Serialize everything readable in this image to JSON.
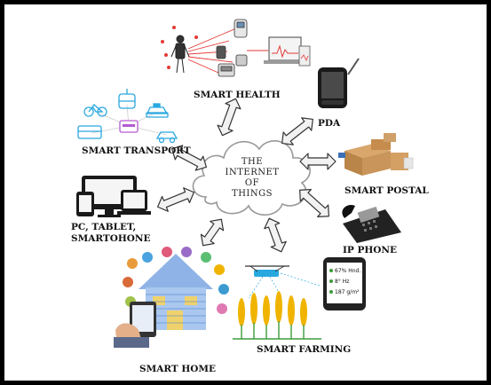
{
  "center": {
    "lines": [
      "THE",
      "INTERNET",
      "OF",
      "THINGS"
    ]
  },
  "labels": {
    "smart_health": "SMART HEALTH",
    "pda": "PDA",
    "smart_transport": "SMART TRANSPORT",
    "smart_postal": "SMART POSTAL",
    "pc_line1": "PC, TABLET,",
    "pc_line2": "SMARTOHONE",
    "ip_phone": "IP PHONE",
    "smart_home": "SMART HOME",
    "smart_farming": "SMART FARMING"
  },
  "farming_phone": {
    "rows": [
      "67% Hnd.",
      "8° Hz",
      "187 g/m²"
    ]
  },
  "colors": {
    "frame": "#000000",
    "page": "#ffffff",
    "arrow_fill": "#f2f2f2",
    "arrow_stroke": "#333333",
    "cloud_stroke": "#999999",
    "health_red": "#e53935",
    "transport_blue": "#29a8e0",
    "transport_purple": "#b35bd1",
    "home_blue": "#3b78c4",
    "crop_yellow": "#f0b400",
    "crop_green": "#3e9b3a"
  }
}
